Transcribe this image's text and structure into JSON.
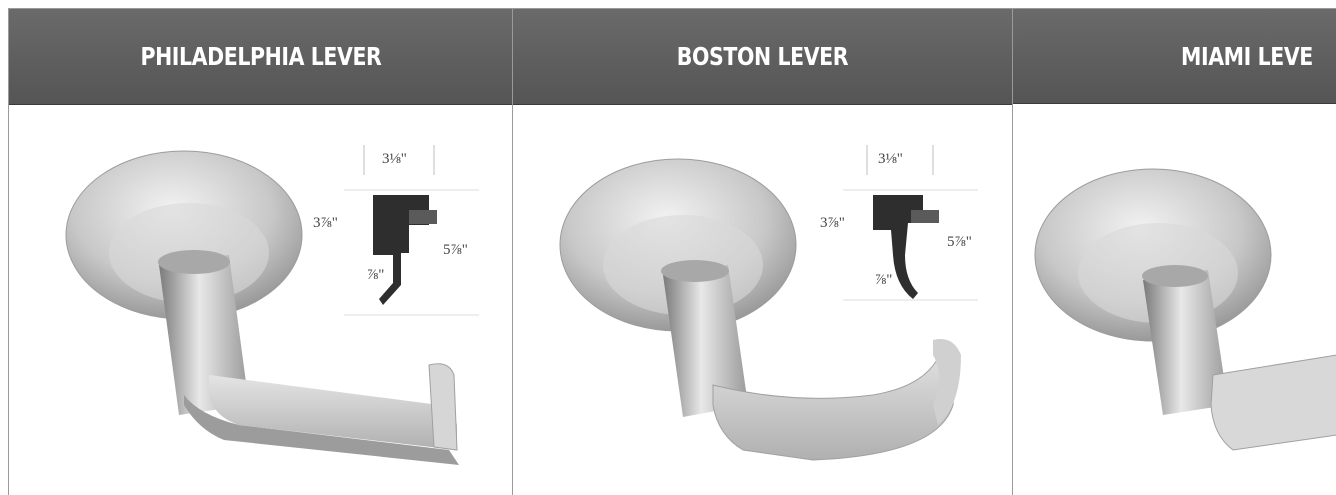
{
  "levers": [
    {
      "title": "PHILADELPHIA LEVER",
      "dimensions": {
        "top_width": "3⅛\"",
        "height": "3⅞\"",
        "length": "5⅞\"",
        "depth": "⅞\""
      }
    },
    {
      "title": "BOSTON LEVER",
      "dimensions": {
        "top_width": "3⅛\"",
        "height": "3⅞\"",
        "length": "5⅞\"",
        "depth": "⅞\""
      }
    },
    {
      "title": "MIAMI LEVE"
    }
  ]
}
